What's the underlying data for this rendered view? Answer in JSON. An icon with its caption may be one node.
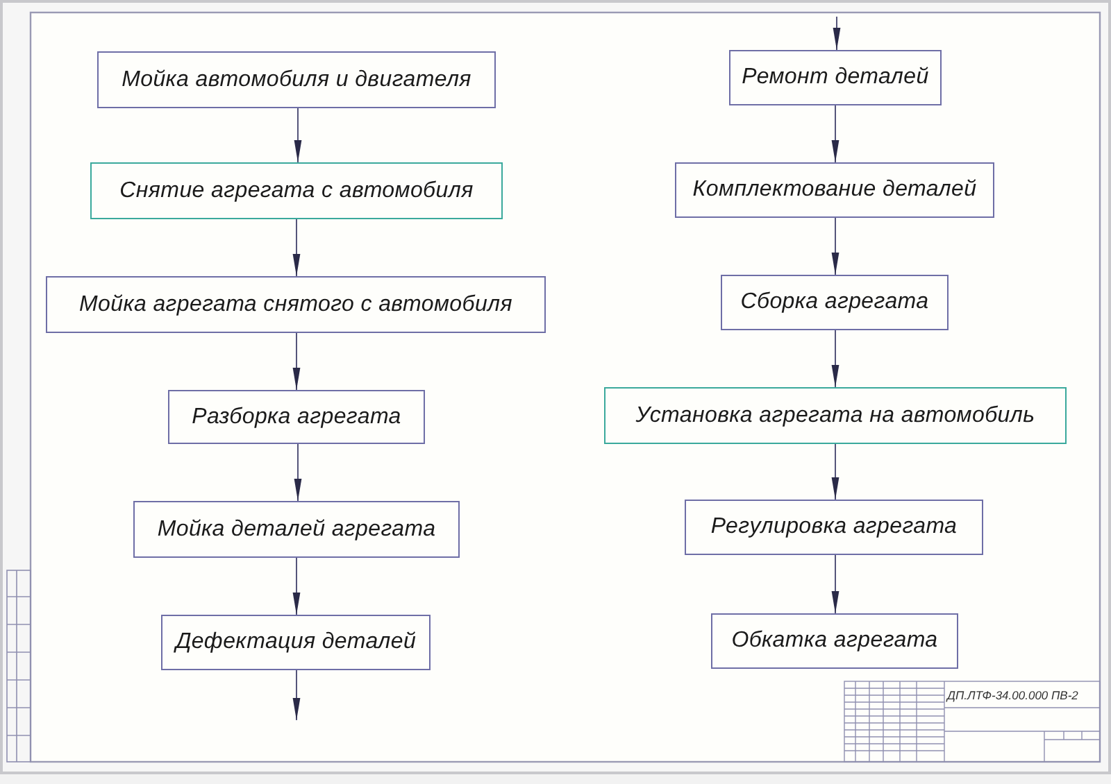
{
  "diagram": {
    "nodes": [
      {
        "text": [
          "Мойка автомобиля и двигателя"
        ]
      },
      {
        "text": [
          "Снятие агрегата с автомобиля"
        ]
      },
      {
        "text": [
          "Мойка агрегата снятого с автомобиля"
        ]
      },
      {
        "text": [
          "Разборка агрегата"
        ]
      },
      {
        "text": [
          "Мойка деталей агрегата"
        ]
      },
      {
        "text": [
          "Дефектация деталей"
        ]
      },
      {
        "text": [
          "Ремонт деталей"
        ]
      },
      {
        "text": [
          "Комплектование деталей"
        ]
      },
      {
        "text": [
          "Сборка агрегата"
        ]
      },
      {
        "text": [
          "Установка агрегата на автомобиль"
        ]
      },
      {
        "text": [
          "Регулировка агрегата"
        ]
      },
      {
        "text": [
          "Обкатка агрегата"
        ]
      }
    ],
    "edges": [
      {
        "from": 0,
        "to": 1,
        "arrow": "to"
      },
      {
        "from": 1,
        "to": 2,
        "arrow": "to"
      },
      {
        "from": 2,
        "to": 3,
        "arrow": "to"
      },
      {
        "from": 3,
        "to": 4,
        "arrow": "to"
      },
      {
        "from": 4,
        "to": 5,
        "arrow": "to"
      },
      {
        "from": 5,
        "to": null,
        "arrow": "to"
      },
      {
        "from": null,
        "to": 6,
        "arrow": "to"
      },
      {
        "from": 6,
        "to": 7,
        "arrow": "to"
      },
      {
        "from": 7,
        "to": 8,
        "arrow": "to"
      },
      {
        "from": 8,
        "to": 9,
        "arrow": "to"
      },
      {
        "from": 9,
        "to": 10,
        "arrow": "to"
      },
      {
        "from": 10,
        "to": 11,
        "arrow": "to"
      }
    ],
    "labels": [
      "ДП.ЛТФ-34.00.000 ПВ-2"
    ]
  }
}
